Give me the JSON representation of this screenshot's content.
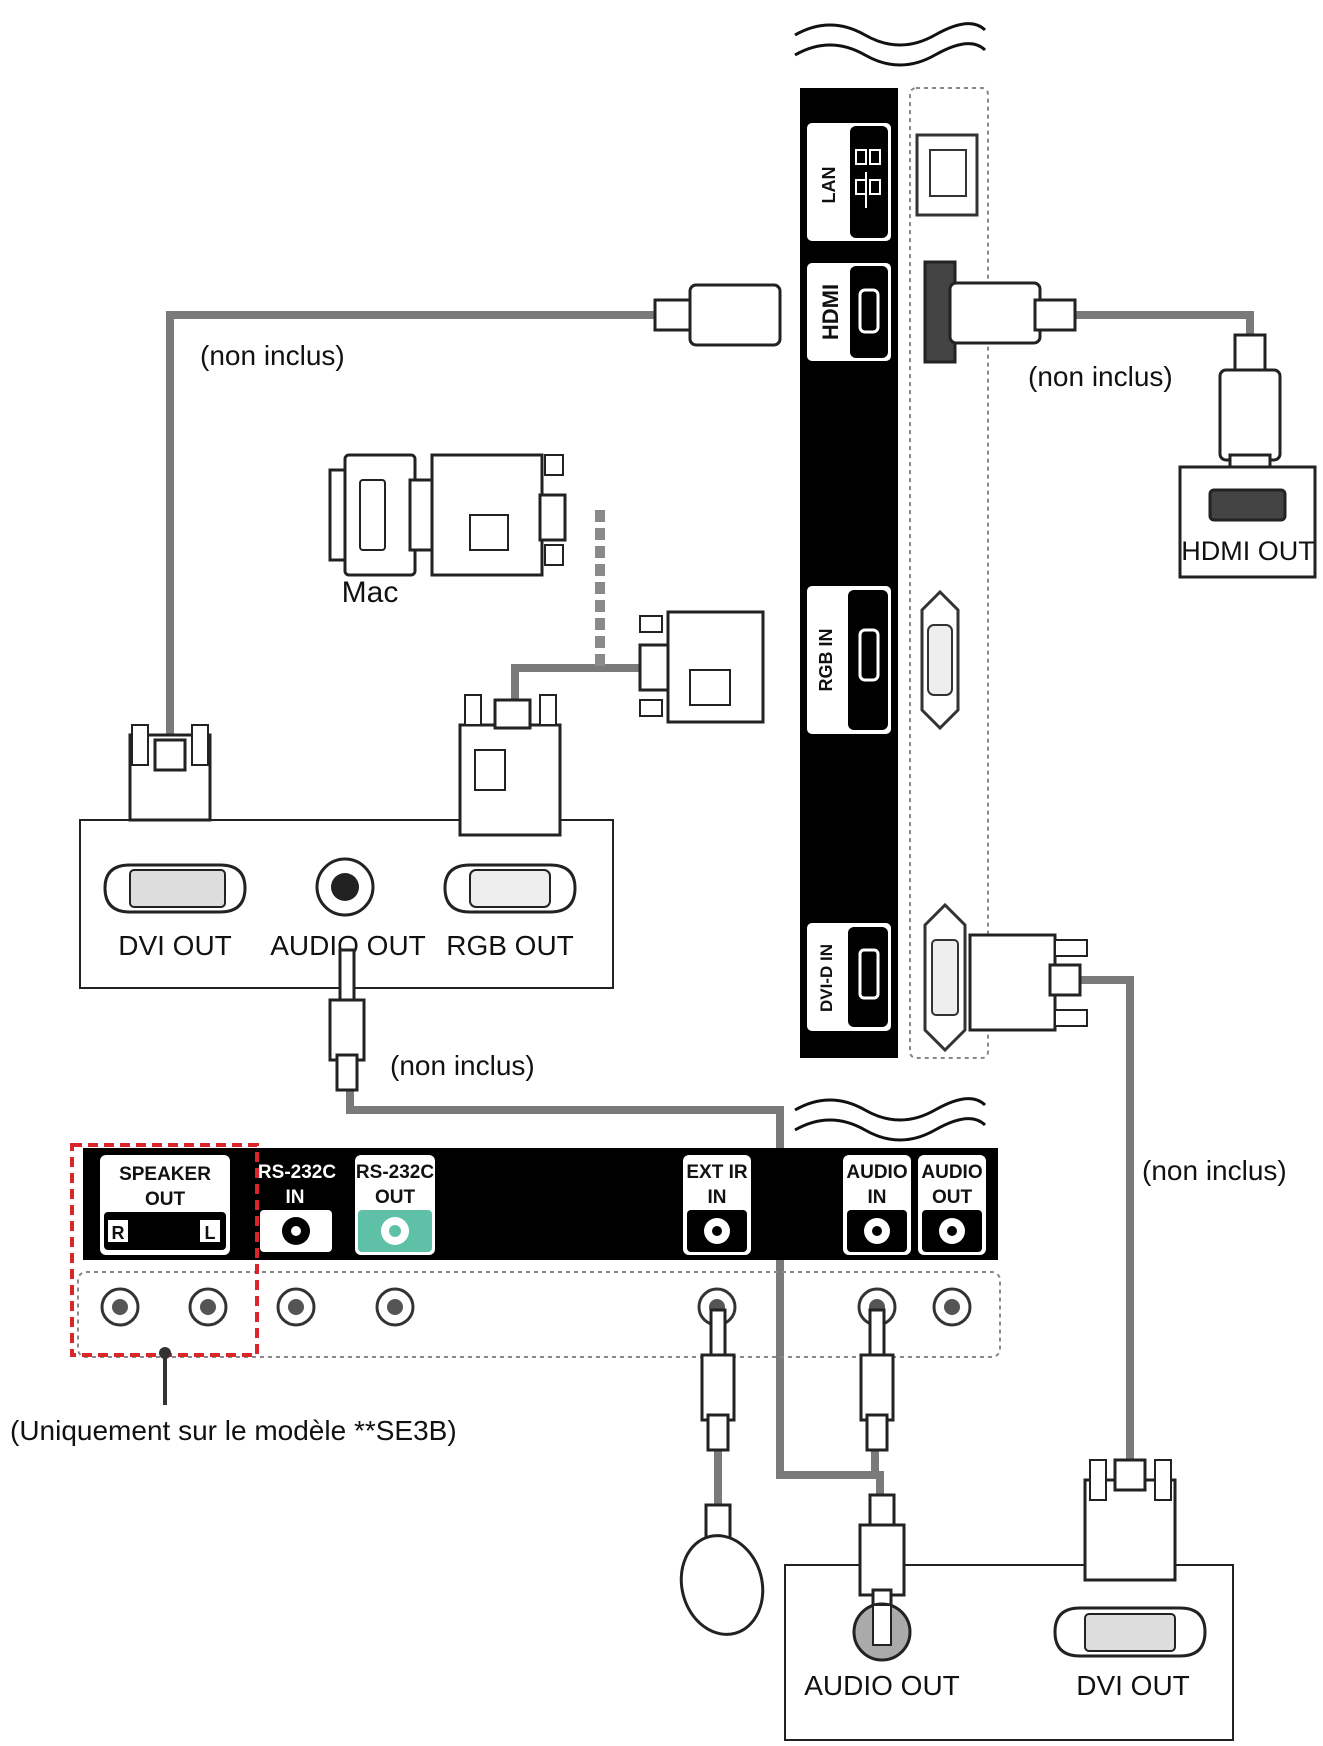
{
  "notes": {
    "not_included": "(non inclus)",
    "model_note": "(Uniquement sur le modèle **SE3B)"
  },
  "pc1": {
    "mac": "Mac",
    "dvi_out": "DVI OUT",
    "audio_out": "AUDIO OUT",
    "rgb_out": "RGB OUT"
  },
  "hdmi_device": {
    "hdmi_out": "HDMI OUT"
  },
  "side_panel": {
    "lan": "LAN",
    "hdmi_logo": "HDMI",
    "rgb_in": "RGB IN",
    "dvi_d_in": "DVI-D IN"
  },
  "bottom_panel": {
    "speaker_out_1": "SPEAKER",
    "speaker_out_2": "OUT",
    "speaker_r": "R",
    "speaker_l": "L",
    "rs232c_in_1": "RS-232C",
    "rs232c_in_2": "IN",
    "rs232c_out_1": "RS-232C",
    "rs232c_out_2": "OUT",
    "ext_ir_1": "EXT IR",
    "ext_ir_2": "IN",
    "audio_in_1": "AUDIO",
    "audio_in_2": "IN",
    "audio_out_1": "AUDIO",
    "audio_out_2": "OUT"
  },
  "pc2": {
    "audio_out": "AUDIO OUT",
    "dvi_out": "DVI OUT"
  },
  "colors": {
    "cable": "#7a7a7a",
    "panel": "#000000",
    "rs232c_out_accent": "#5fc0a8",
    "dashed_red": "#d9262c"
  }
}
